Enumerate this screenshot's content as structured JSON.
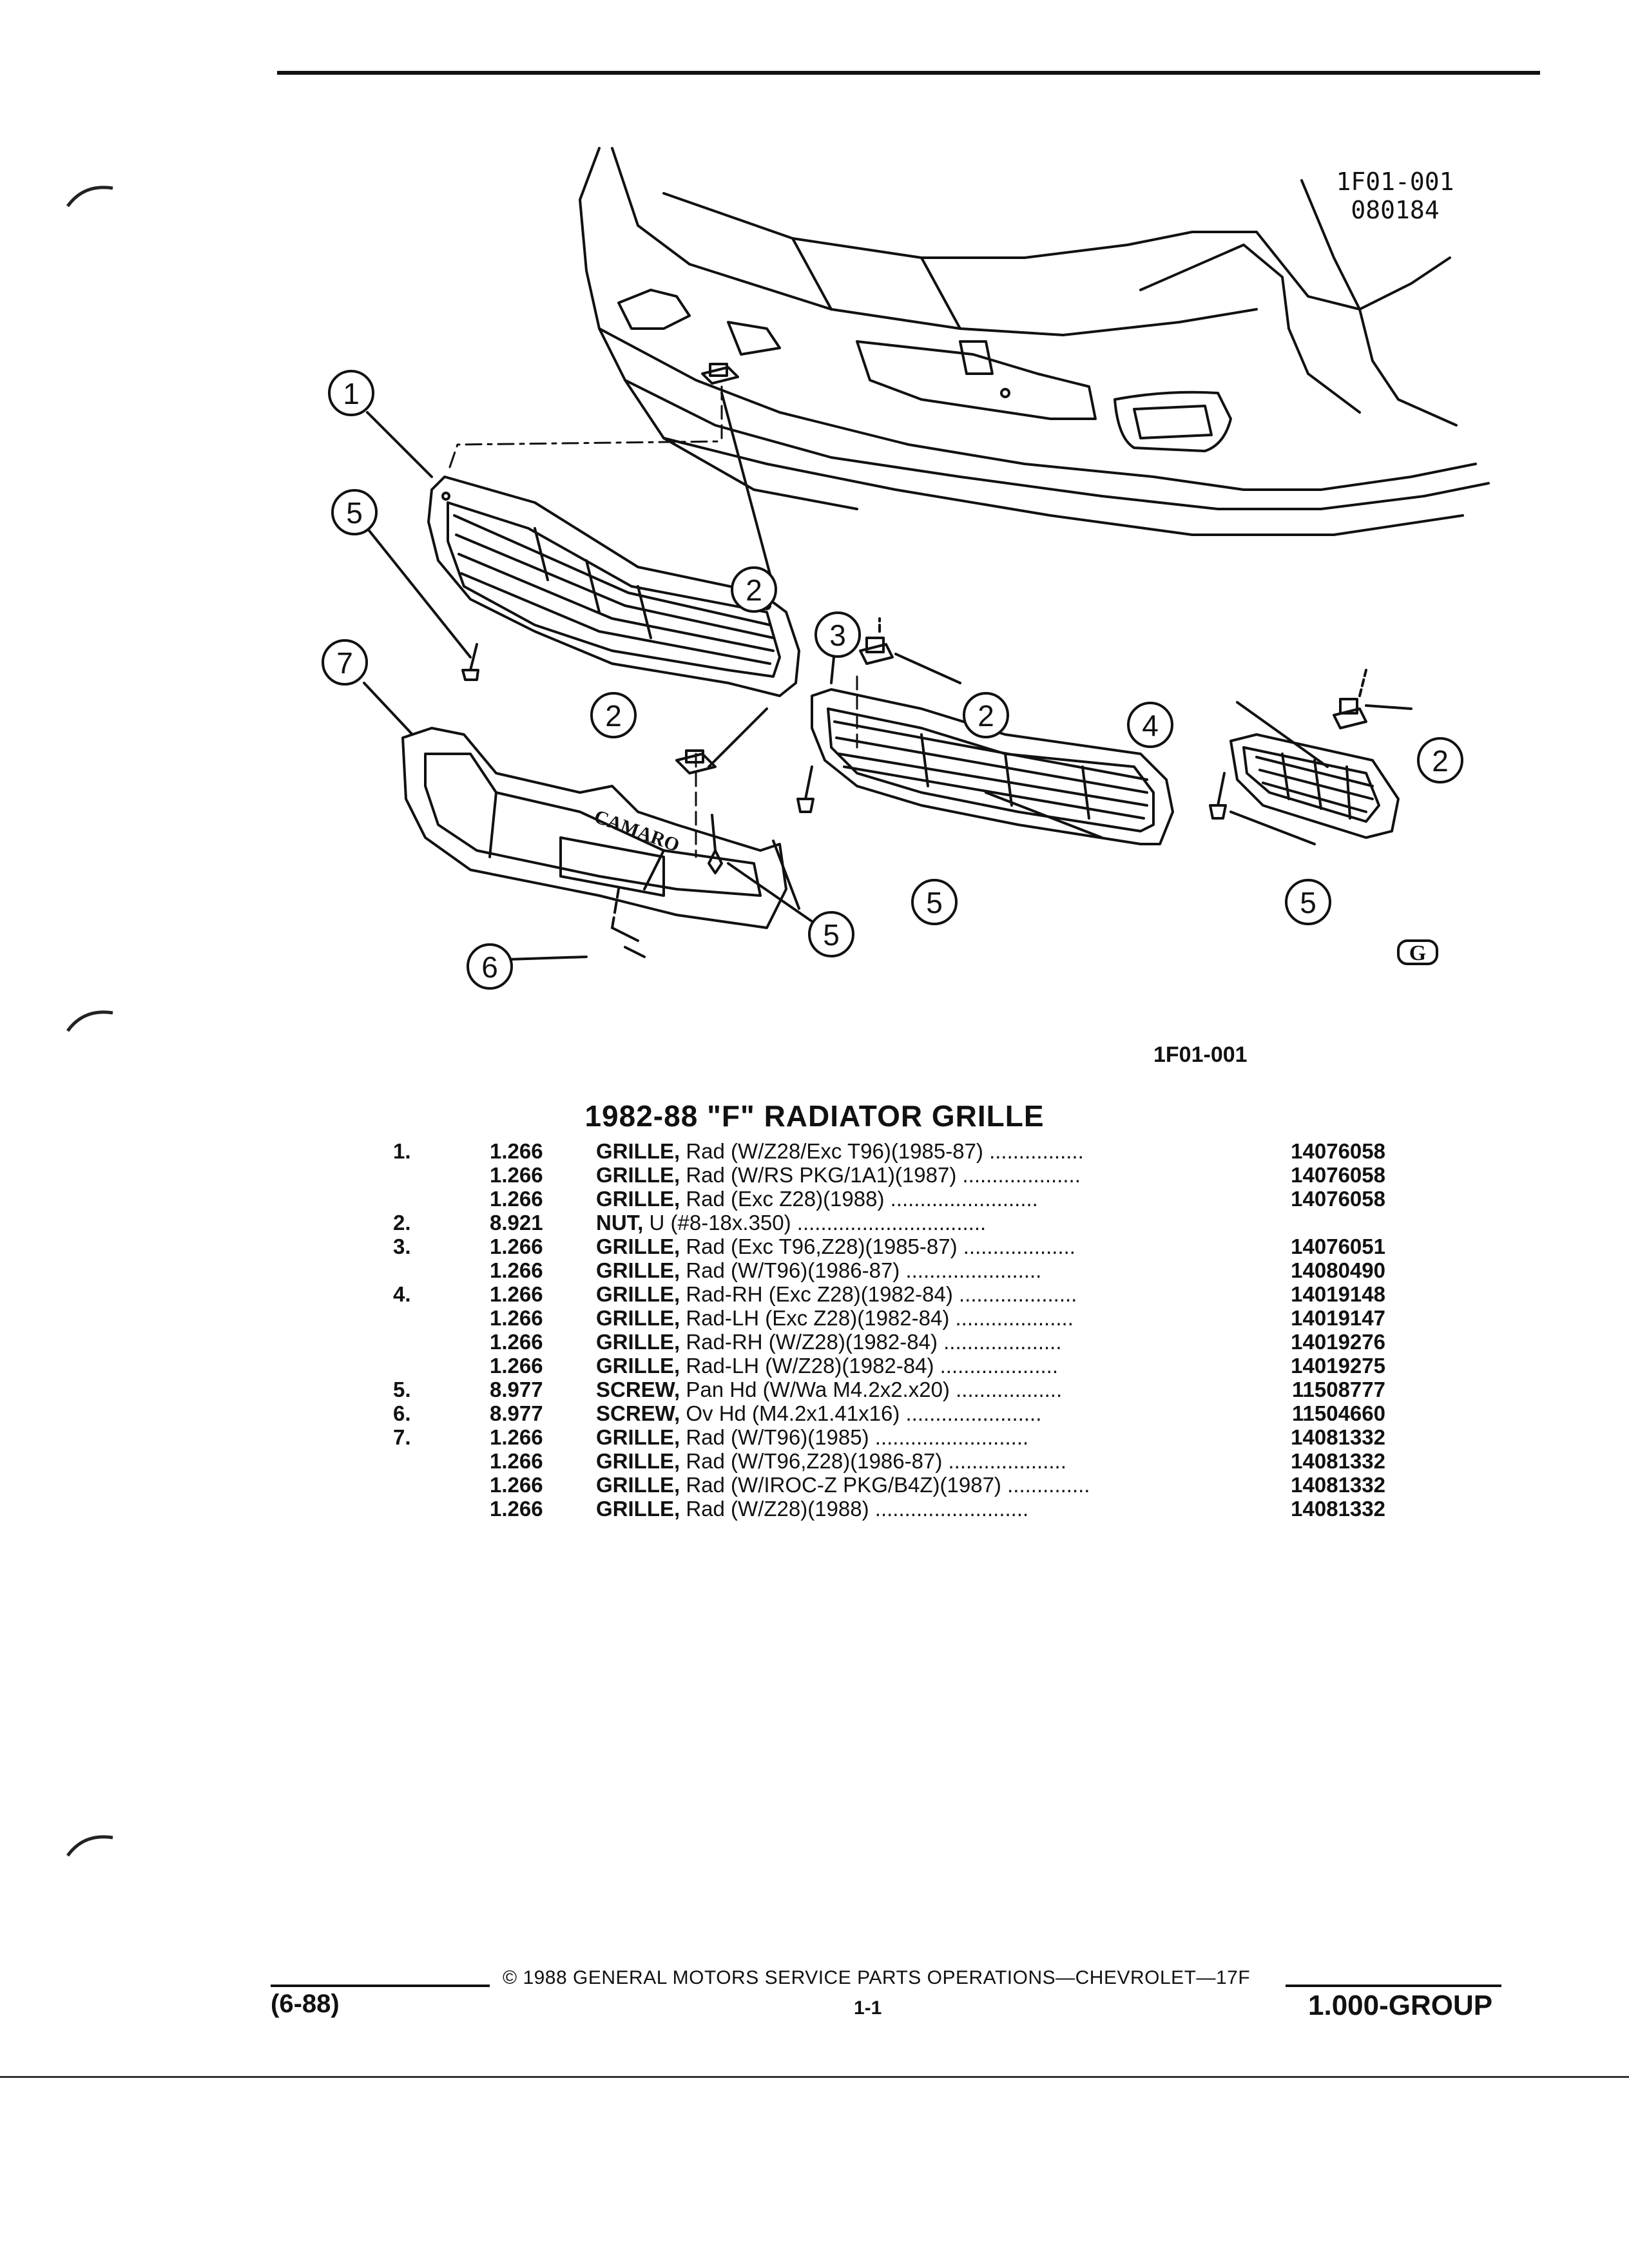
{
  "diagram": {
    "ref_code": "1F01-001",
    "ref_date": "080184",
    "caption_code": "1F01-001",
    "emblem_text": "CAMARO",
    "corner_mark": "G",
    "callouts": [
      "1",
      "2",
      "2",
      "2",
      "2",
      "3",
      "4",
      "5",
      "5",
      "5",
      "5",
      "6",
      "7"
    ]
  },
  "title": "1982-88 \"F\" RADIATOR GRILLE",
  "parts": [
    {
      "item": "1.",
      "group": "1.266",
      "name": "GRILLE,",
      "desc": " Rad (W/Z28/Exc T96)(1985-87)",
      "dots": " ................",
      "part": "14076058"
    },
    {
      "item": "",
      "group": "1.266",
      "name": "GRILLE,",
      "desc": " Rad (W/RS PKG/1A1)(1987)",
      "dots": " ....................",
      "part": "14076058"
    },
    {
      "item": "",
      "group": "1.266",
      "name": "GRILLE,",
      "desc": " Rad (Exc Z28)(1988)",
      "dots": " .........................",
      "part": "14076058"
    },
    {
      "item": "2.",
      "group": "8.921",
      "name": "NUT,",
      "desc": " U (#8-18x.350)",
      "dots": " ................................",
      "part": ""
    },
    {
      "item": "3.",
      "group": "1.266",
      "name": "GRILLE,",
      "desc": " Rad (Exc T96,Z28)(1985-87)",
      "dots": " ...................",
      "part": "14076051"
    },
    {
      "item": "",
      "group": "1.266",
      "name": "GRILLE,",
      "desc": " Rad (W/T96)(1986-87)",
      "dots": " .......................",
      "part": "14080490"
    },
    {
      "item": "4.",
      "group": "1.266",
      "name": "GRILLE,",
      "desc": " Rad-RH (Exc Z28)(1982-84)",
      "dots": " ....................",
      "part": "14019148"
    },
    {
      "item": "",
      "group": "1.266",
      "name": "GRILLE,",
      "desc": " Rad-LH (Exc Z28)(1982-84)",
      "dots": " ....................",
      "part": "14019147"
    },
    {
      "item": "",
      "group": "1.266",
      "name": "GRILLE,",
      "desc": " Rad-RH (W/Z28)(1982-84)",
      "dots": " ....................",
      "part": "14019276"
    },
    {
      "item": "",
      "group": "1.266",
      "name": "GRILLE,",
      "desc": " Rad-LH (W/Z28)(1982-84)",
      "dots": " ....................",
      "part": "14019275"
    },
    {
      "item": "5.",
      "group": "8.977",
      "name": "SCREW,",
      "desc": " Pan Hd (W/Wa M4.2x2.x20)",
      "dots": " ..................",
      "part": "11508777"
    },
    {
      "item": "6.",
      "group": "8.977",
      "name": "SCREW,",
      "desc": " Ov Hd (M4.2x1.41x16)",
      "dots": " .......................",
      "part": "11504660"
    },
    {
      "item": "7.",
      "group": "1.266",
      "name": "GRILLE,",
      "desc": " Rad (W/T96)(1985)",
      "dots": " ..........................",
      "part": "14081332"
    },
    {
      "item": "",
      "group": "1.266",
      "name": "GRILLE,",
      "desc": " Rad (W/T96,Z28)(1986-87)",
      "dots": " ....................",
      "part": "14081332"
    },
    {
      "item": "",
      "group": "1.266",
      "name": "GRILLE,",
      "desc": " Rad (W/IROC-Z PKG/B4Z)(1987)",
      "dots": " ..............",
      "part": "14081332"
    },
    {
      "item": "",
      "group": "1.266",
      "name": "GRILLE,",
      "desc": " Rad (W/Z28)(1988)",
      "dots": " ..........................",
      "part": "14081332"
    }
  ],
  "footer": {
    "copyright": "© 1988 GENERAL MOTORS SERVICE PARTS OPERATIONS—CHEVROLET—17F",
    "date": "(6-88)",
    "page": "1-1",
    "group": "1.000-GROUP"
  }
}
